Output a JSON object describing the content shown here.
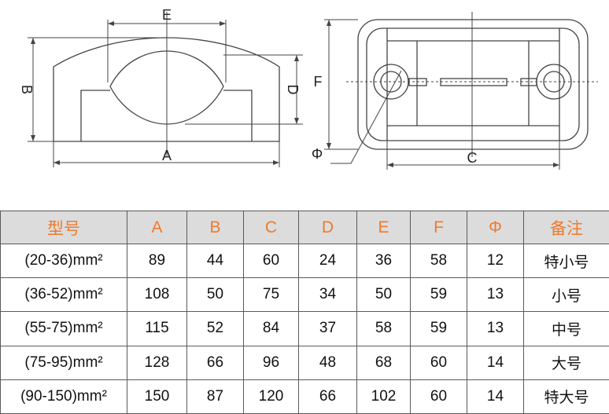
{
  "drawing": {
    "front_view": {
      "label_E": "E",
      "label_B": "B",
      "label_D": "D",
      "label_A": "A"
    },
    "top_view": {
      "label_F": "F",
      "label_phi": "Φ",
      "label_C": "C"
    }
  },
  "table": {
    "headers": [
      "型号",
      "A",
      "B",
      "C",
      "D",
      "E",
      "F",
      "Φ",
      "备注"
    ],
    "rows": [
      [
        "(20-36)mm²",
        "89",
        "44",
        "60",
        "24",
        "36",
        "58",
        "12",
        "特小号"
      ],
      [
        "(36-52)mm²",
        "108",
        "50",
        "75",
        "34",
        "50",
        "59",
        "13",
        "小号"
      ],
      [
        "(55-75)mm²",
        "115",
        "52",
        "84",
        "37",
        "58",
        "59",
        "13",
        "中号"
      ],
      [
        "(75-95)mm²",
        "128",
        "66",
        "96",
        "48",
        "68",
        "60",
        "14",
        "大号"
      ],
      [
        "(90-150)mm²",
        "150",
        "87",
        "120",
        "66",
        "102",
        "60",
        "14",
        "特大号"
      ]
    ]
  },
  "colors": {
    "header_text": "#ee7a2d",
    "header_bg": "#dcdcdc",
    "line": "#333333"
  }
}
